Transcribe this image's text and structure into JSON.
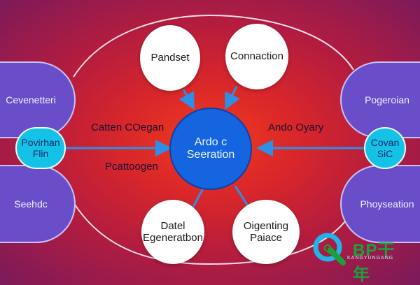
{
  "nodes": {
    "top_left": "Pandset",
    "top_right": "Connaction",
    "bottom_left": [
      "Datel",
      "Egeneratbon"
    ],
    "bottom_right": [
      "Oigenting",
      "Paiace"
    ],
    "center": [
      "Ardo c",
      "Seeration"
    ],
    "left_top": "Cevenetteri",
    "left_mid": [
      "Povirhan",
      "Flin"
    ],
    "left_bottom": "Seehdc",
    "right_top": "Pogeroian",
    "right_mid": [
      "Covan",
      "SiC"
    ],
    "right_bottom": "Phoyseation"
  },
  "labels": {
    "left_upper": "Catten COegan",
    "left_lower": "Pcattoogen",
    "right_upper": "Ando Oyary"
  },
  "logo": {
    "mark": "Q",
    "word": "BP干年",
    "sub": "KANGYUNGANG"
  },
  "colors": {
    "background": "#d8262b",
    "center": "#1565e0",
    "lobes": "#6a4ec9",
    "badge": "#14c2e8",
    "arrows": "#2f8fe6"
  }
}
